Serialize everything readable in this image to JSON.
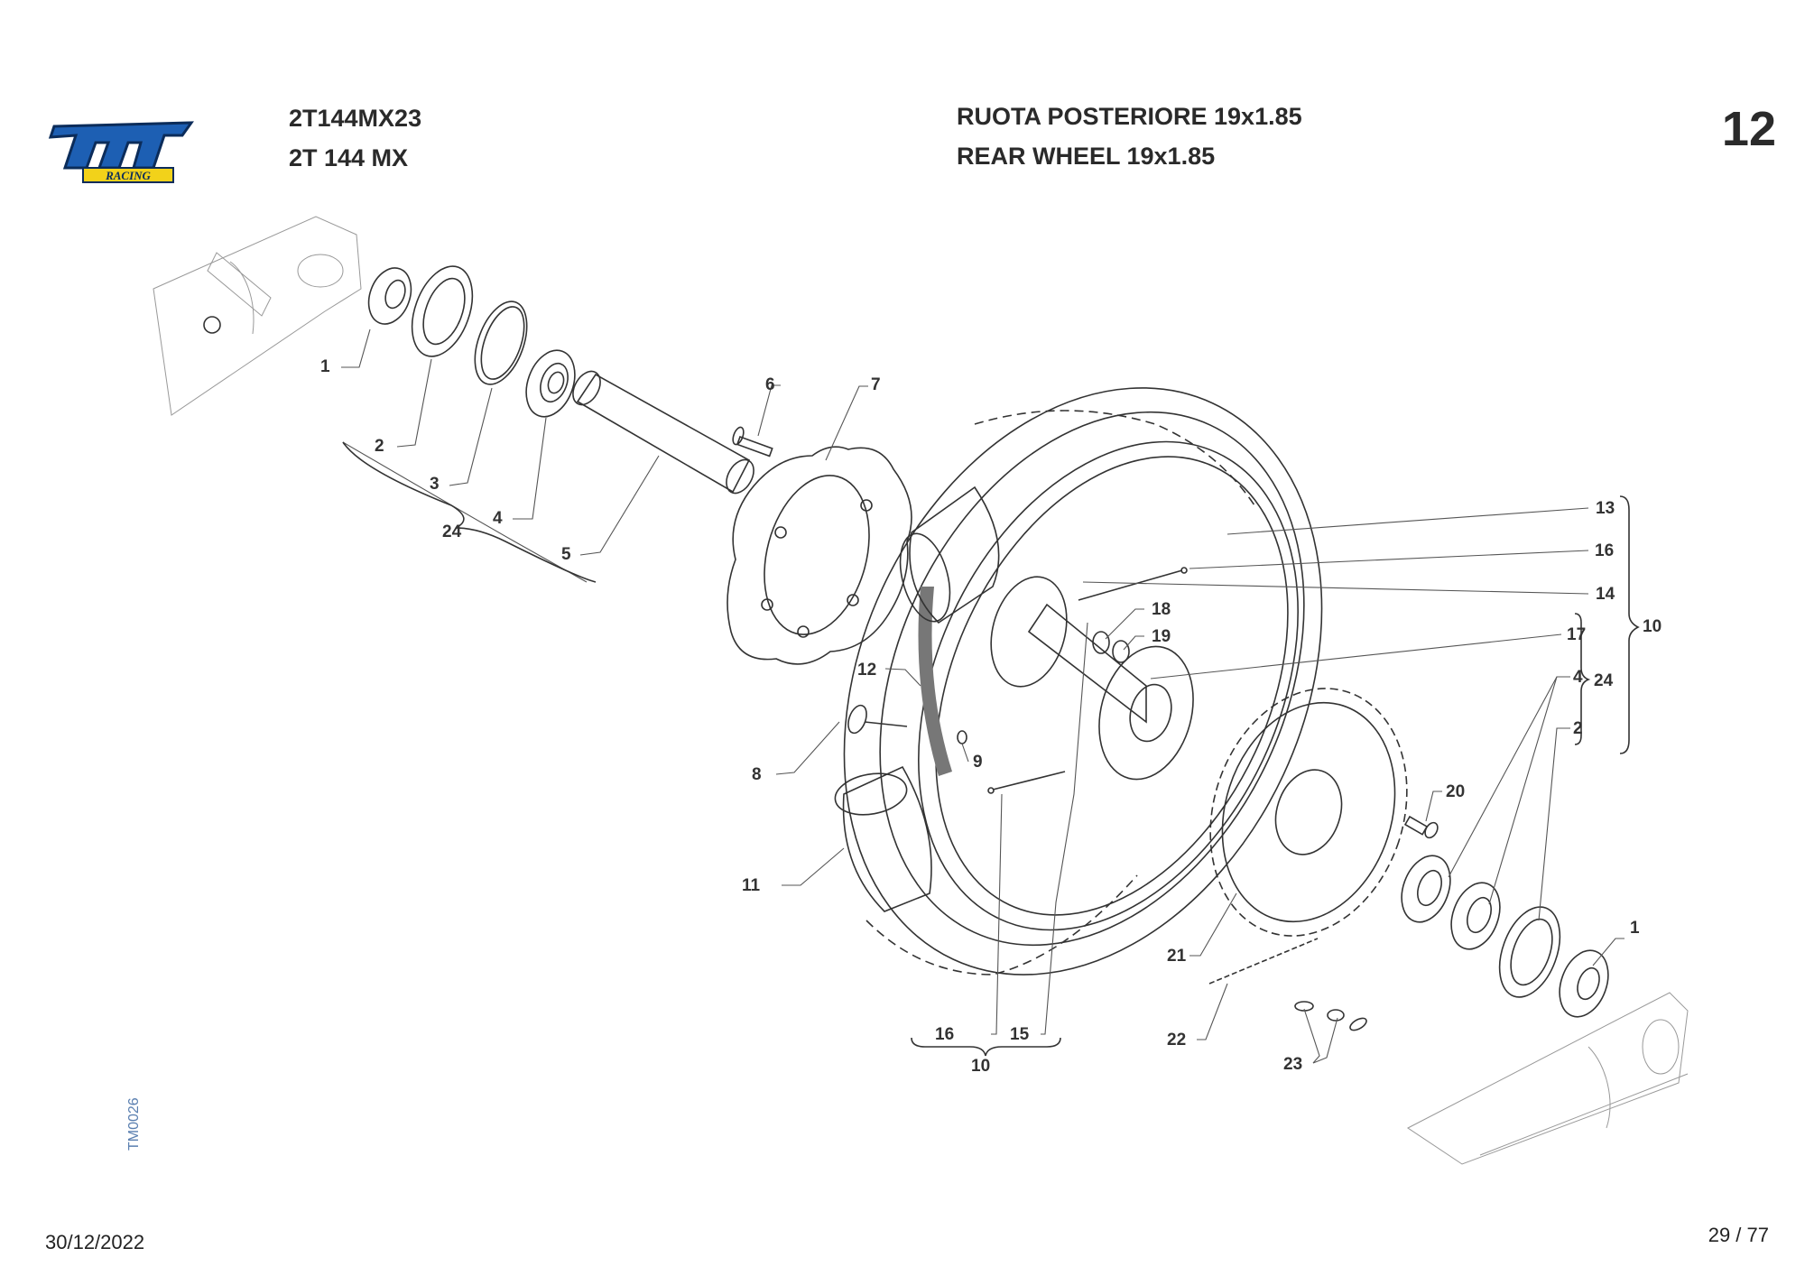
{
  "brand": {
    "logo_text": "tm",
    "logo_subtext": "RACING",
    "colors": {
      "primary": "#1d5fb3",
      "secondary": "#f2d21a",
      "outline": "#0b2c5a"
    }
  },
  "header": {
    "model_code": "2T144MX23",
    "model_name": "2T 144 MX",
    "title_it": "RUOTA POSTERIORE 19x1.85",
    "title_en": "REAR WHEEL 19x1.85",
    "table_number": "12"
  },
  "doc_code": "TM0026",
  "footer": {
    "date": "30/12/2022",
    "page": "29 / 77"
  },
  "callouts": {
    "c1a": "1",
    "c2a": "2",
    "c3": "3",
    "c4a": "4",
    "c24a": "24",
    "c5": "5",
    "c6": "6",
    "c7": "7",
    "c8": "8",
    "c9": "9",
    "c10a": "10",
    "c11": "11",
    "c12": "12",
    "c13": "13",
    "c14": "14",
    "c15": "15",
    "c16a": "16",
    "c16b": "16",
    "c17": "17",
    "c18": "18",
    "c19": "19",
    "c20": "20",
    "c21": "21",
    "c22": "22",
    "c23": "23",
    "c4b": "4",
    "c2b": "2",
    "c24b": "24",
    "c10b": "10",
    "c1b": "1"
  }
}
